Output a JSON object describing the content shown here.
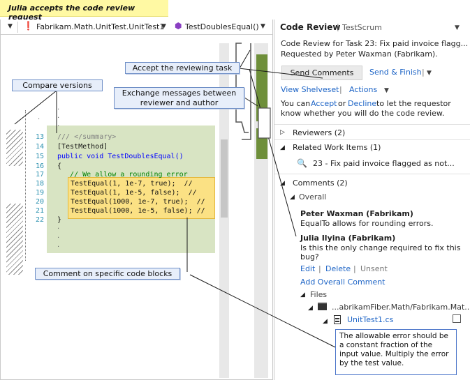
{
  "banner": "Julia accepts the code review request",
  "editor": {
    "class_dropdown": "Fabrikam.Math.UnitTest.UnitTest1",
    "method_dropdown": "TestDoublesEqual()",
    "lines": [
      {
        "num": "13",
        "text": "/// </summary>"
      },
      {
        "num": "14",
        "text": "[TestMethod]"
      },
      {
        "num": "15",
        "text": "public void TestDoublesEqual()"
      },
      {
        "num": "16",
        "text": "{"
      },
      {
        "num": "17",
        "text": "   // We allow a rounding error"
      },
      {
        "num": "18",
        "text": "TestEqual(1, 1e-7, true);  //"
      },
      {
        "num": "19",
        "text": "TestEqual(1, 1e-5, false);  //"
      },
      {
        "num": "20",
        "text": "TestEqual(1000, 1e-7, true);  //"
      },
      {
        "num": "21",
        "text": "TestEqual(1000, 1e-5, false); //"
      },
      {
        "num": "22",
        "text": "}"
      }
    ]
  },
  "callouts": {
    "compare": "Compare versions",
    "accept": "Accept the reviewing task",
    "exchange_line1": "Exchange messages between",
    "exchange_line2": "reviewer and author",
    "comment": "Comment on specific code blocks"
  },
  "panel": {
    "title": "Code Review",
    "title_sep": "|",
    "project": "TestScrum",
    "review_title": "Code Review for Task 23: Fix paid invoice flagg...",
    "requested_by": "Requested by Peter Waxman (Fabrikam).",
    "send_comments": "Send Comments",
    "send_finish": "Send & Finish",
    "view_shelveset": "View Shelveset",
    "actions": "Actions",
    "accept_text_1": "You can",
    "accept_link": "Accept",
    "accept_text_2": "or",
    "decline_link": "Decline",
    "accept_text_3": "to  let the requestor",
    "accept_text_4": "know whether you will do the code review.",
    "reviewers": "Reviewers (2)",
    "related_items": "Related Work Items (1)",
    "work_item": "23 - Fix paid invoice flagged as not...",
    "comments": "Comments (2)",
    "overall": "Overall",
    "comment1_author": "Peter Waxman (Fabrikam)",
    "comment1_text": "EqualTo allows for rounding errors.",
    "comment2_author": "Julia Ilyina (Fabrikam)",
    "comment2_line1": "Is this the only change required to fix this",
    "comment2_line2": "bug?",
    "edit": "Edit",
    "delete": "Delete",
    "unsent": "Unsent",
    "pipe": "|",
    "add_overall": "Add Overall Comment",
    "files": "Files",
    "folder": "...abrikamFiber.Math/Fabrikam.Mat...",
    "file": "UnitTest1.cs",
    "tooltip": "The allowable error should be a constant fraction of the input value. Multiply the error by the test value."
  },
  "colors": {
    "banner_bg": "#fff9a3",
    "link": "#1d64c6",
    "callout_bg": "#e7eefa",
    "callout_border": "#6f8fc7",
    "code_green": "#d8e4c3",
    "code_yellow": "#fbe184",
    "overview_green": "#6e8f3a"
  }
}
